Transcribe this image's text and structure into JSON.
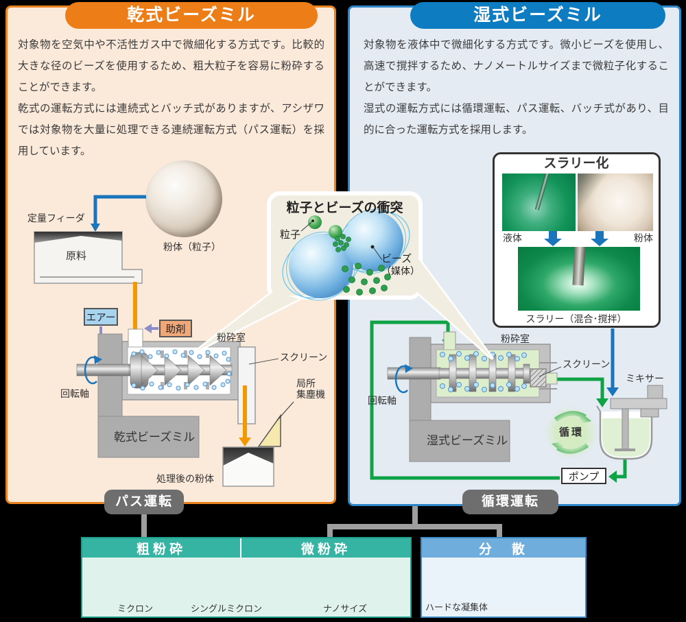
{
  "dry": {
    "title": "乾式ビーズミル",
    "p1": "対象物を空気中や不活性ガス中で微細化する方式です。比較的大きな径のビーズを使用するため、粗大粒子を容易に粉砕することができます。",
    "p2": "乾式の運転方式には連続式とバッチ式がありますが、アシザワでは対象物を大量に処理できる連続運転方式（パス運転）を採用しています。",
    "labels": {
      "feeder": "定量フィーダ",
      "raw": "原料",
      "powder": "粉体（粒子）",
      "air": "エアー",
      "aid": "助剤",
      "chamber": "粉砕室",
      "screen": "スクリーン",
      "shaft": "回転軸",
      "mill": "乾式ビーズミル",
      "dust_line1": "局所",
      "dust_line2": "集塵機",
      "output": "処理後の粉体"
    },
    "op": "パス運転"
  },
  "wet": {
    "title": "湿式ビーズミル",
    "p1": "対象物を液体中で微細化する方式です。微小ビーズを使用し、高速で撹拌するため、ナノメートルサイズまで微粒子化することができます。",
    "p2": "湿式の運転方式には循環運転、パス運転、バッチ式があり、目的に合った運転方式を採用します。",
    "labels": {
      "slurry_title": "スラリー化",
      "liquid": "液体",
      "powder": "粉体",
      "slurry_caption": "スラリー（混合･撹拌）",
      "chamber": "粉砕室",
      "screen": "スクリーン",
      "shaft": "回転軸",
      "mill": "湿式ビーズミル",
      "mixer": "ミキサー",
      "circulation": "循環",
      "pump": "ポンプ"
    },
    "op": "循環運転"
  },
  "bubble": {
    "title": "粒子とビーズの衝突",
    "particle": "粒子",
    "bead": "ビーズ",
    "media": "（媒体）"
  },
  "bottom": {
    "coarse": "粗粉砕",
    "fine": "微粉砕",
    "disperse": "分　散",
    "micron": "ミクロン",
    "single_micron": "シングルミクロン",
    "nano": "ナノサイズ",
    "aggregate": "ハードな凝集体"
  },
  "colors": {
    "dry_accent": "#ED7D17",
    "wet_accent": "#0E7CC0",
    "dry_bg": "#FBE9DA",
    "wet_bg": "#E4EBF2",
    "coarse_header": "#35B3A3",
    "disperse_header": "#6FAEDC",
    "flow_green": "#0EA344",
    "flow_blue": "#1B75BB",
    "flow_orange": "#F39800",
    "particle_green": "#1FA83C",
    "op_badge_gray": "#6E6E6E"
  }
}
